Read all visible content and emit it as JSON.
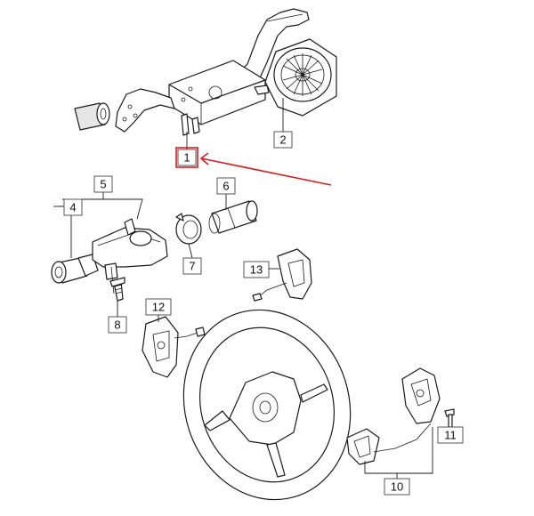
{
  "callouts": [
    {
      "id": "1",
      "label": "1"
    },
    {
      "id": "2",
      "label": "2"
    },
    {
      "id": "4",
      "label": "4"
    },
    {
      "id": "5",
      "label": "5"
    },
    {
      "id": "6",
      "label": "6"
    },
    {
      "id": "7",
      "label": "7"
    },
    {
      "id": "8",
      "label": "8"
    },
    {
      "id": "10",
      "label": "10"
    },
    {
      "id": "11",
      "label": "11"
    },
    {
      "id": "12",
      "label": "12"
    },
    {
      "id": "13",
      "label": "13"
    }
  ],
  "highlight": {
    "part": "1",
    "color": "#d61f1f"
  },
  "colors": {
    "line": "#1a1a1a",
    "highlight": "#d61f1f",
    "background": "#ffffff"
  }
}
